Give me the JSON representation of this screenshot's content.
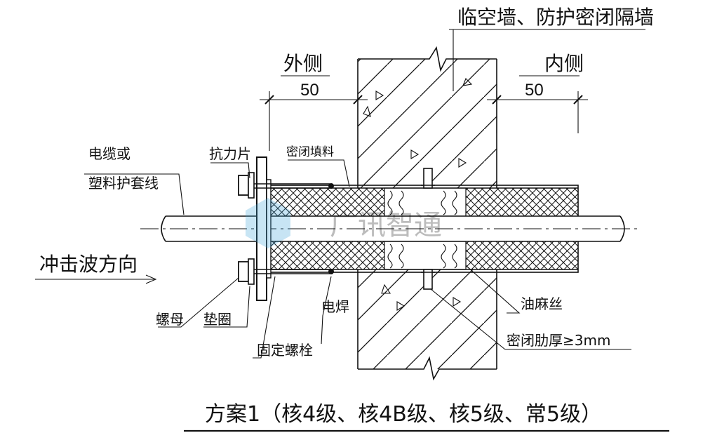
{
  "title": "临空墙、防护密闭隔墙",
  "side_outer": "外侧",
  "side_inner": "内侧",
  "dim_left": "50",
  "dim_right": "50",
  "labels": {
    "cable": "电缆或",
    "cable2": "塑料护套线",
    "anti_force": "抗力片",
    "seal_fill": "密闭填料",
    "shock_dir": "冲击波方向",
    "nut": "螺母",
    "washer": "垫圈",
    "weld": "电焊",
    "bolt": "固定螺栓",
    "oakum": "油麻丝",
    "rib": "密闭肋厚≥3mm"
  },
  "caption": "方案1（核4级、核4B级、核5级、常5级）",
  "watermark": "广讯智通"
}
